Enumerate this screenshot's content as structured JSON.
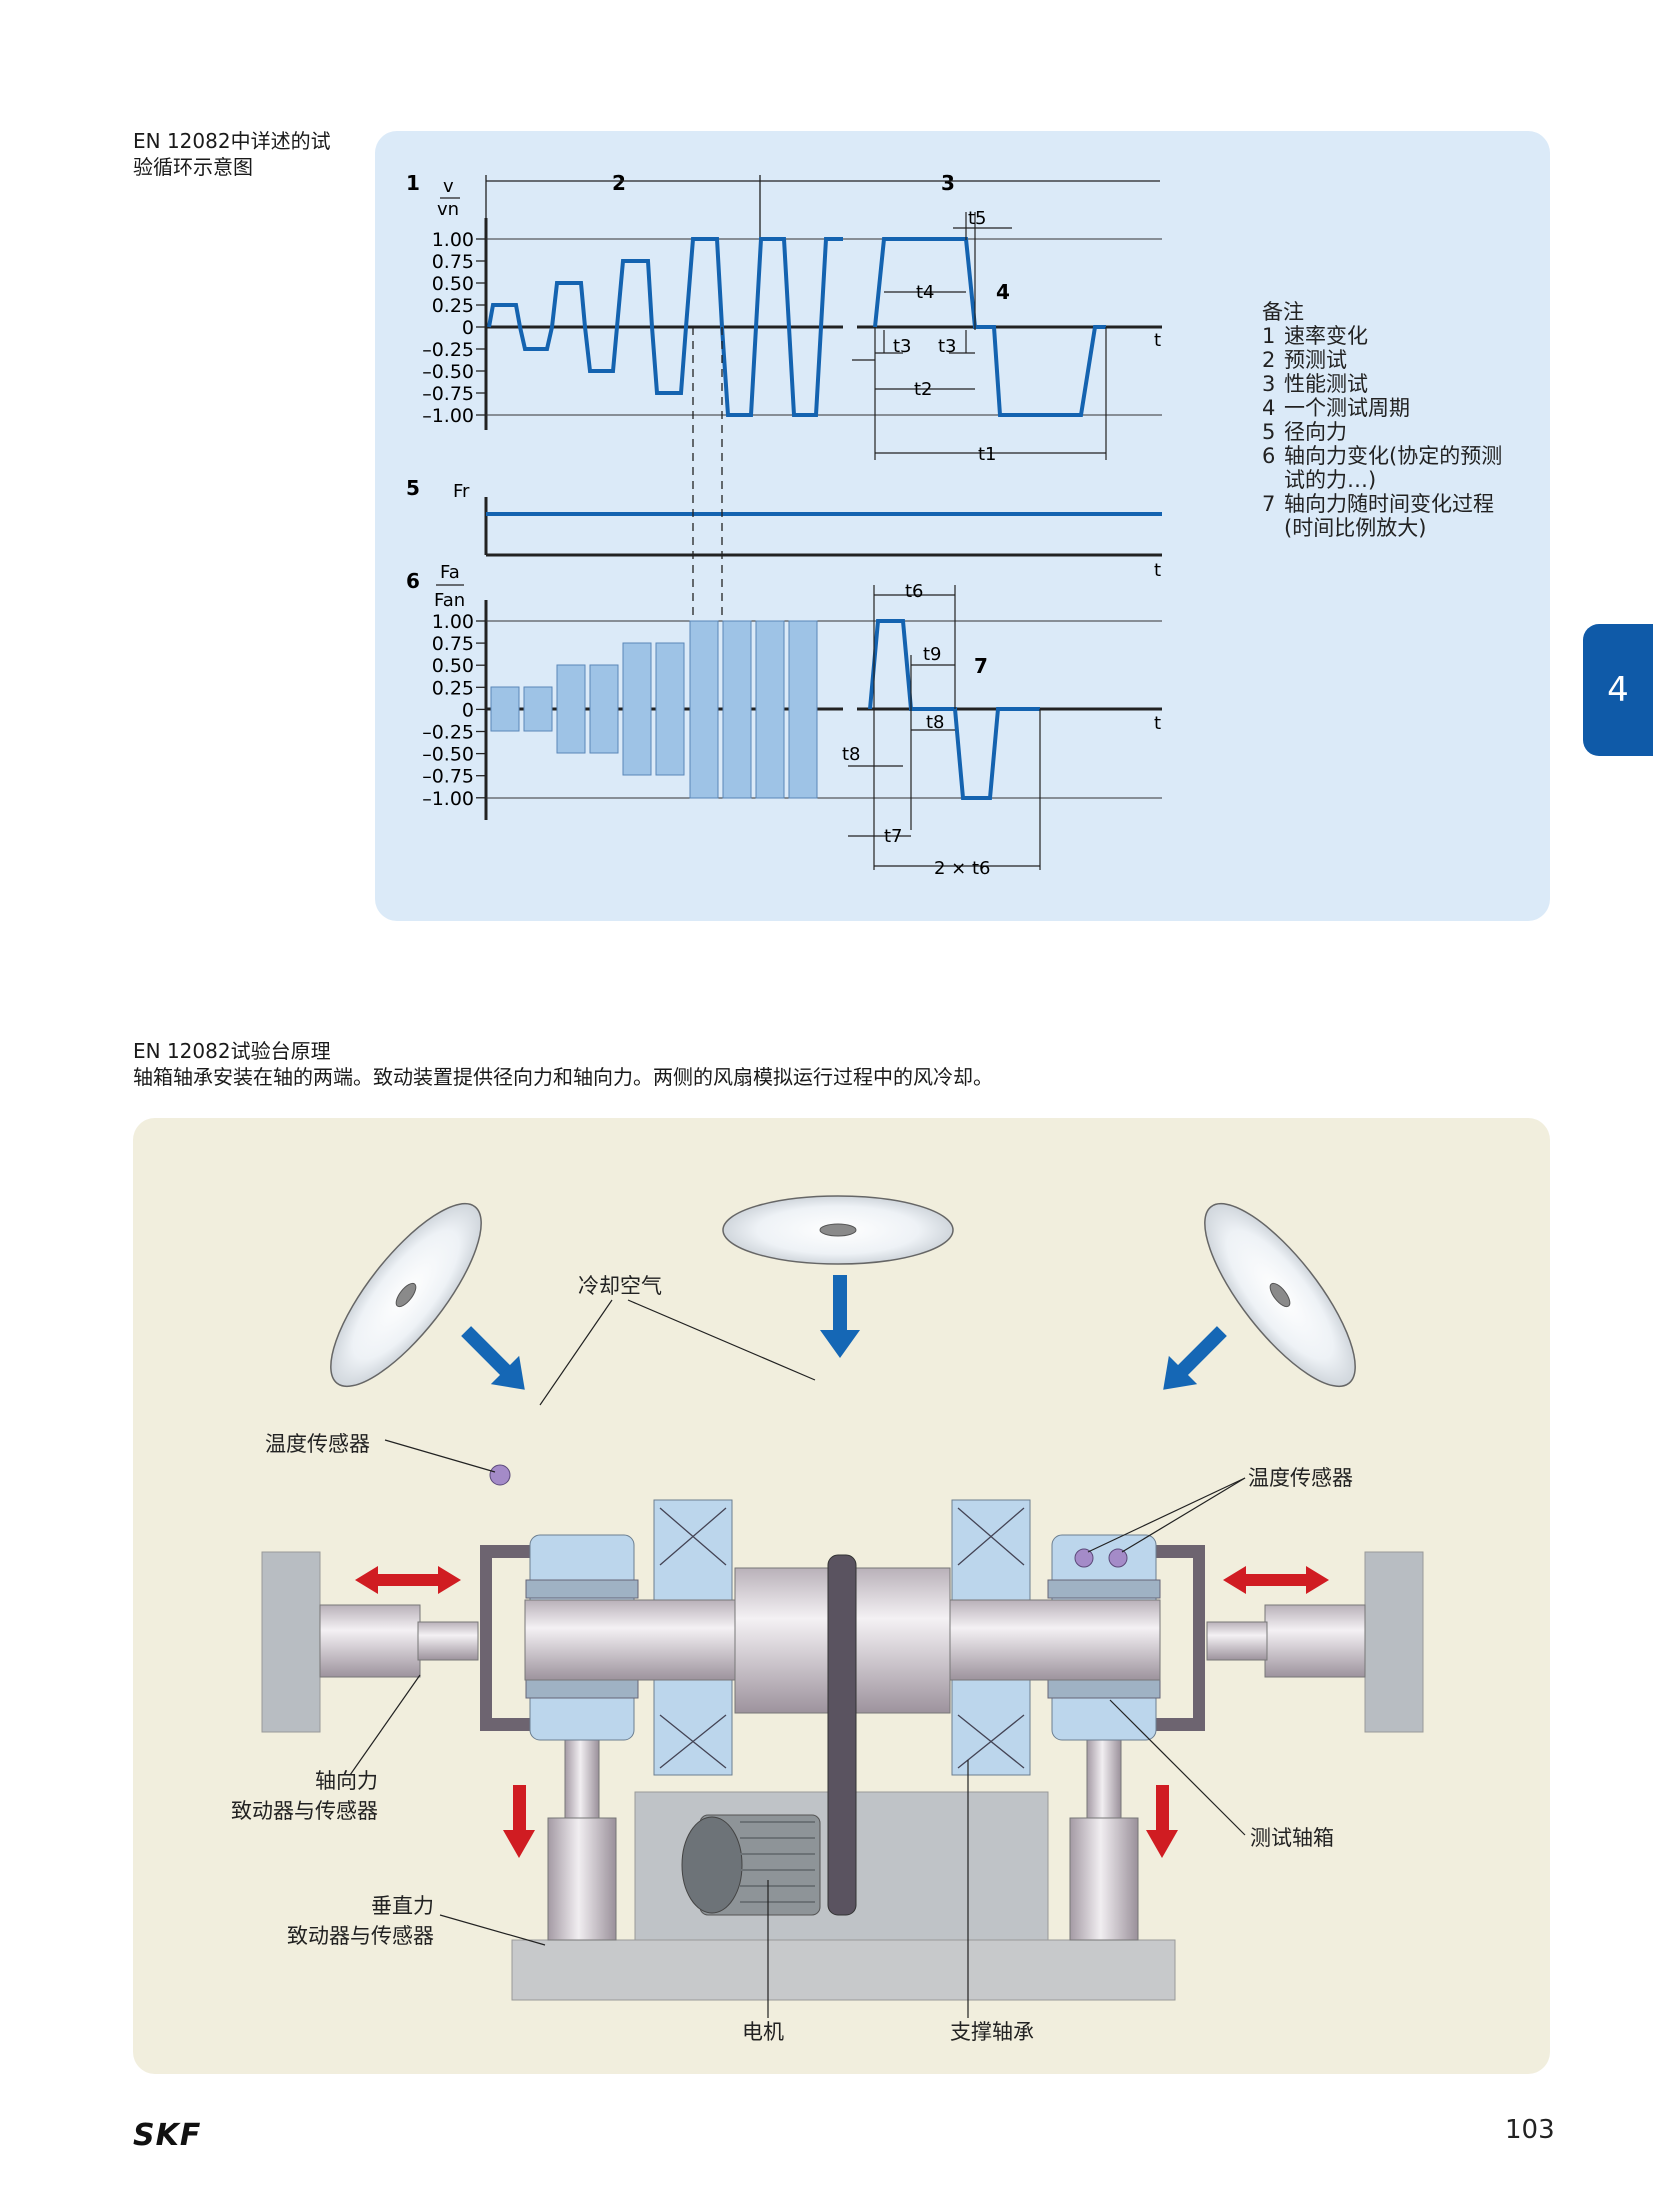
{
  "diagram1": {
    "caption_line1": "EN 12082中详述的试",
    "caption_line2": "验循环示意图",
    "marker1": "1",
    "marker2": "2",
    "marker3": "3",
    "marker4": "4",
    "marker5": "5",
    "marker6": "6",
    "marker7": "7",
    "axis_v_num": "v",
    "axis_v_den": "vn",
    "axis_fr": "Fr",
    "axis_fa_num": "Fa",
    "axis_fa_den": "Fan",
    "axis_t": "t",
    "ticks": [
      "1.00",
      "0.75",
      "0.50",
      "0.25",
      "0",
      "–0.25",
      "–0.50",
      "–0.75",
      "–1.00"
    ],
    "time_labels": {
      "t1": "t1",
      "t2": "t2",
      "t3": "t3",
      "t4": "t4",
      "t5": "t5",
      "t6": "t6",
      "t7": "t7",
      "t8": "t8",
      "t9": "t9",
      "two_t6": "2 × t6"
    }
  },
  "legend": {
    "title": "备注",
    "items": [
      {
        "num": "1",
        "text": "速率变化"
      },
      {
        "num": "2",
        "text": "预测试"
      },
      {
        "num": "3",
        "text": "性能测试"
      },
      {
        "num": "4",
        "text": "一个测试周期"
      },
      {
        "num": "5",
        "text": "径向力"
      },
      {
        "num": "6",
        "text": "轴向力变化(协定的预测",
        "cont": "试的力…)"
      },
      {
        "num": "7",
        "text": "轴向力随时间变化过程",
        "cont": "(时间比例放大)"
      }
    ]
  },
  "diagram2": {
    "caption_line1": "EN 12082试验台原理",
    "caption_line2": "轴箱轴承安装在轴的两端。致动装置提供径向力和轴向力。两侧的风扇模拟运行过程中的风冷却。",
    "labels": {
      "cooling_air": "冷却空气",
      "temp_sensor_left": "温度传感器",
      "temp_sensor_right": "温度传感器",
      "axial_line1": "轴向力",
      "axial_line2": "致动器与传感器",
      "vertical_line1": "垂直力",
      "vertical_line2": "致动器与传感器",
      "motor": "电机",
      "support_bearing": "支撑轴承",
      "test_axlebox": "测试轴箱"
    }
  },
  "chapter_tab": "4",
  "footer": {
    "logo": "SKF",
    "page_number": "103"
  },
  "colors": {
    "accent": "#0f5aa8",
    "panel_blue": "#dbeaf8",
    "panel_beige": "#f1eedd",
    "bar_blue": "#9ec3e6"
  }
}
